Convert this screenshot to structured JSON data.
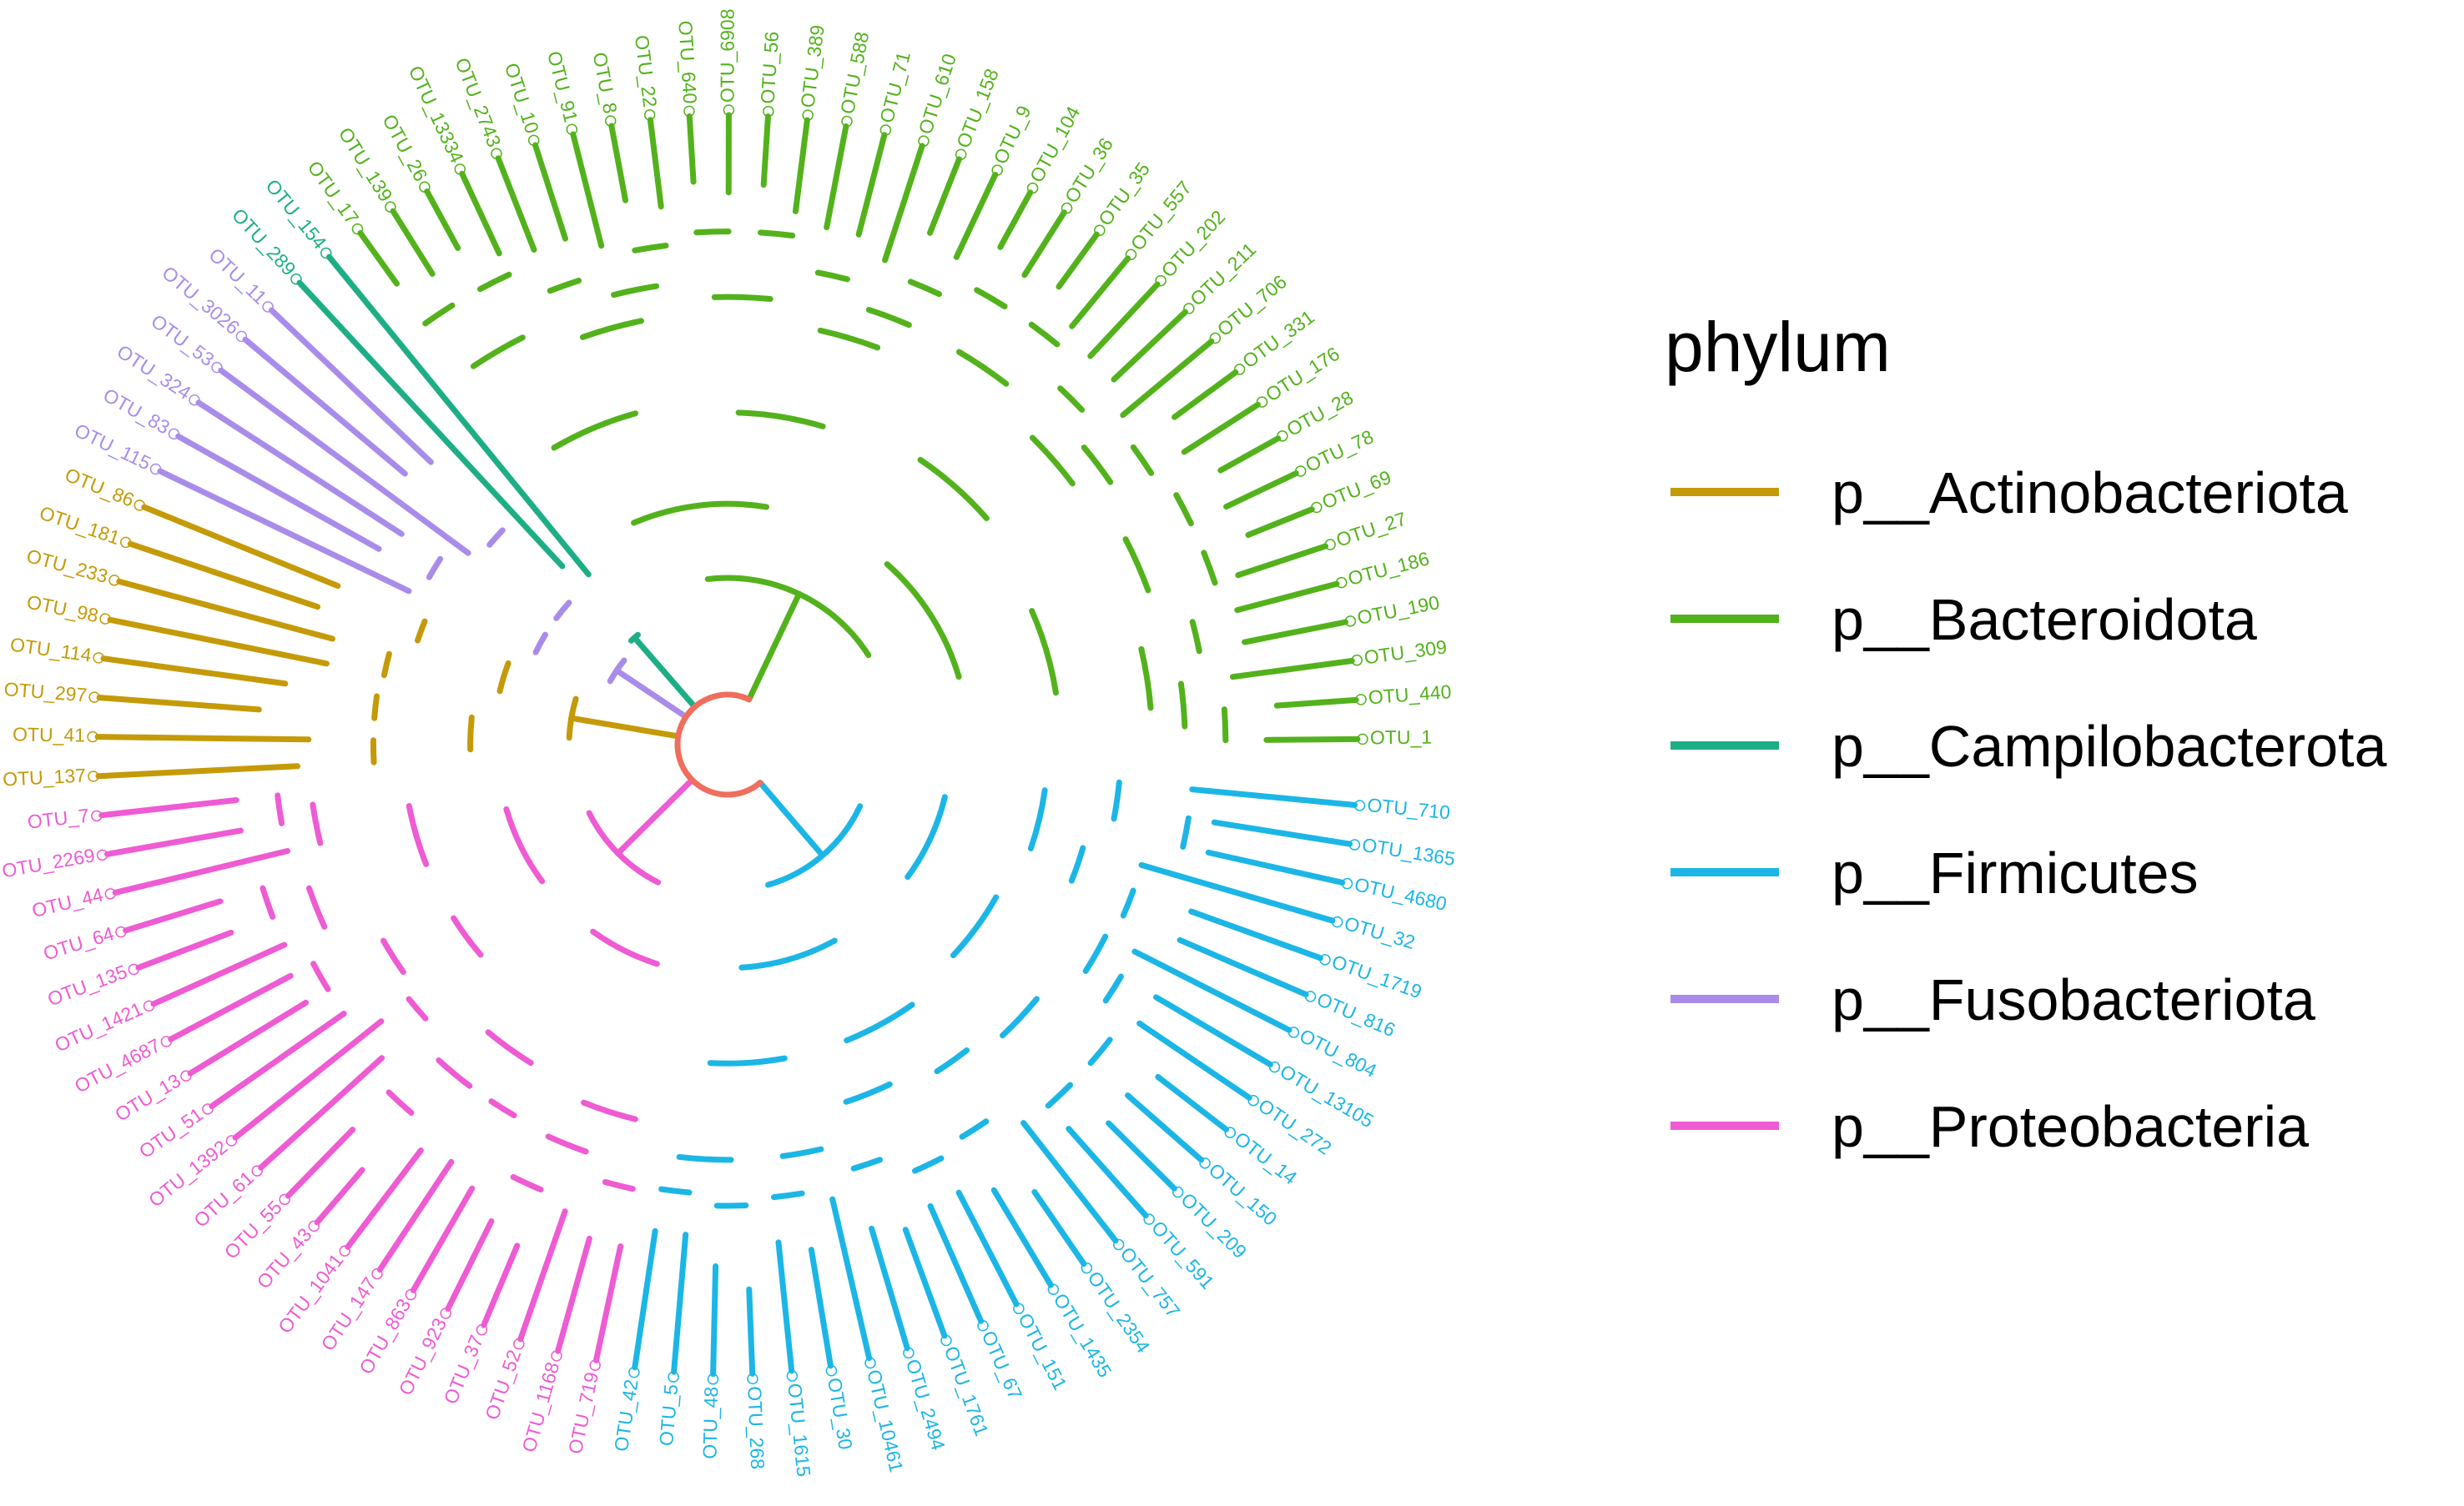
{
  "legend": {
    "title": "phylum",
    "items": [
      {
        "label": "p__Actinobacteriota",
        "color": "#C59A08"
      },
      {
        "label": "p__Bacteroidota",
        "color": "#53B21C"
      },
      {
        "label": "p__Campilobacterota",
        "color": "#1EAE86"
      },
      {
        "label": "p__Firmicutes",
        "color": "#1CB6E6"
      },
      {
        "label": "p__Fusobacteriota",
        "color": "#A98CEA"
      },
      {
        "label": "p__Proteobacteria",
        "color": "#EE5BD3"
      }
    ]
  },
  "root_color": "#F06E5E",
  "tree": {
    "groups": [
      {
        "phylum": "p__Bacteroidota",
        "leaves": [
          "OTU_1",
          "OTU_440",
          "OTU_309",
          "OTU_190",
          "OTU_186",
          "OTU_27",
          "OTU_69",
          "OTU_78",
          "OTU_28",
          "OTU_176",
          "OTU_331",
          "OTU_706",
          "OTU_211",
          "OTU_202",
          "OTU_557",
          "OTU_35",
          "OTU_36",
          "OTU_104",
          "OTU_9",
          "OTU_158",
          "OTU_610",
          "OTU_71",
          "OTU_588",
          "OTU_389",
          "OTU_56",
          "OTU_6908",
          "OTU_640",
          "OTU_22",
          "OTU_8",
          "OTU_91",
          "OTU_10",
          "OTU_2743",
          "OTU_13334",
          "OTU_26",
          "OTU_139",
          "OTU_17"
        ]
      },
      {
        "phylum": "p__Campilobacterota",
        "leaves": [
          "OTU_154",
          "OTU_289"
        ]
      },
      {
        "phylum": "p__Fusobacteriota",
        "leaves": [
          "OTU_11",
          "OTU_3026",
          "OTU_53",
          "OTU_324",
          "OTU_83",
          "OTU_115"
        ]
      },
      {
        "phylum": "p__Actinobacteriota",
        "leaves": [
          "OTU_86",
          "OTU_181",
          "OTU_233",
          "OTU_98",
          "OTU_114",
          "OTU_297",
          "OTU_41",
          "OTU_137"
        ]
      },
      {
        "phylum": "p__Proteobacteria",
        "leaves": [
          "OTU_7",
          "OTU_2269",
          "OTU_44",
          "OTU_64",
          "OTU_135",
          "OTU_1421",
          "OTU_4687",
          "OTU_13",
          "OTU_51",
          "OTU_1392",
          "OTU_61",
          "OTU_55",
          "OTU_43",
          "OTU_1041",
          "OTU_147",
          "OTU_863",
          "OTU_923",
          "OTU_37",
          "OTU_52",
          "OTU_1168",
          "OTU_719"
        ]
      },
      {
        "phylum": "p__Firmicutes",
        "leaves": [
          "OTU_42",
          "OTU_5",
          "OTU_48",
          "OTU_268",
          "OTU_1615",
          "OTU_30",
          "OTU_10461",
          "OTU_2494",
          "OTU_1761",
          "OTU_67",
          "OTU_151",
          "OTU_1435",
          "OTU_2354",
          "OTU_757",
          "OTU_591",
          "OTU_209",
          "OTU_150",
          "OTU_14",
          "OTU_272",
          "OTU_13105",
          "OTU_804",
          "OTU_816",
          "OTU_1719",
          "OTU_32",
          "OTU_4680",
          "OTU_1365",
          "OTU_710"
        ]
      }
    ]
  }
}
